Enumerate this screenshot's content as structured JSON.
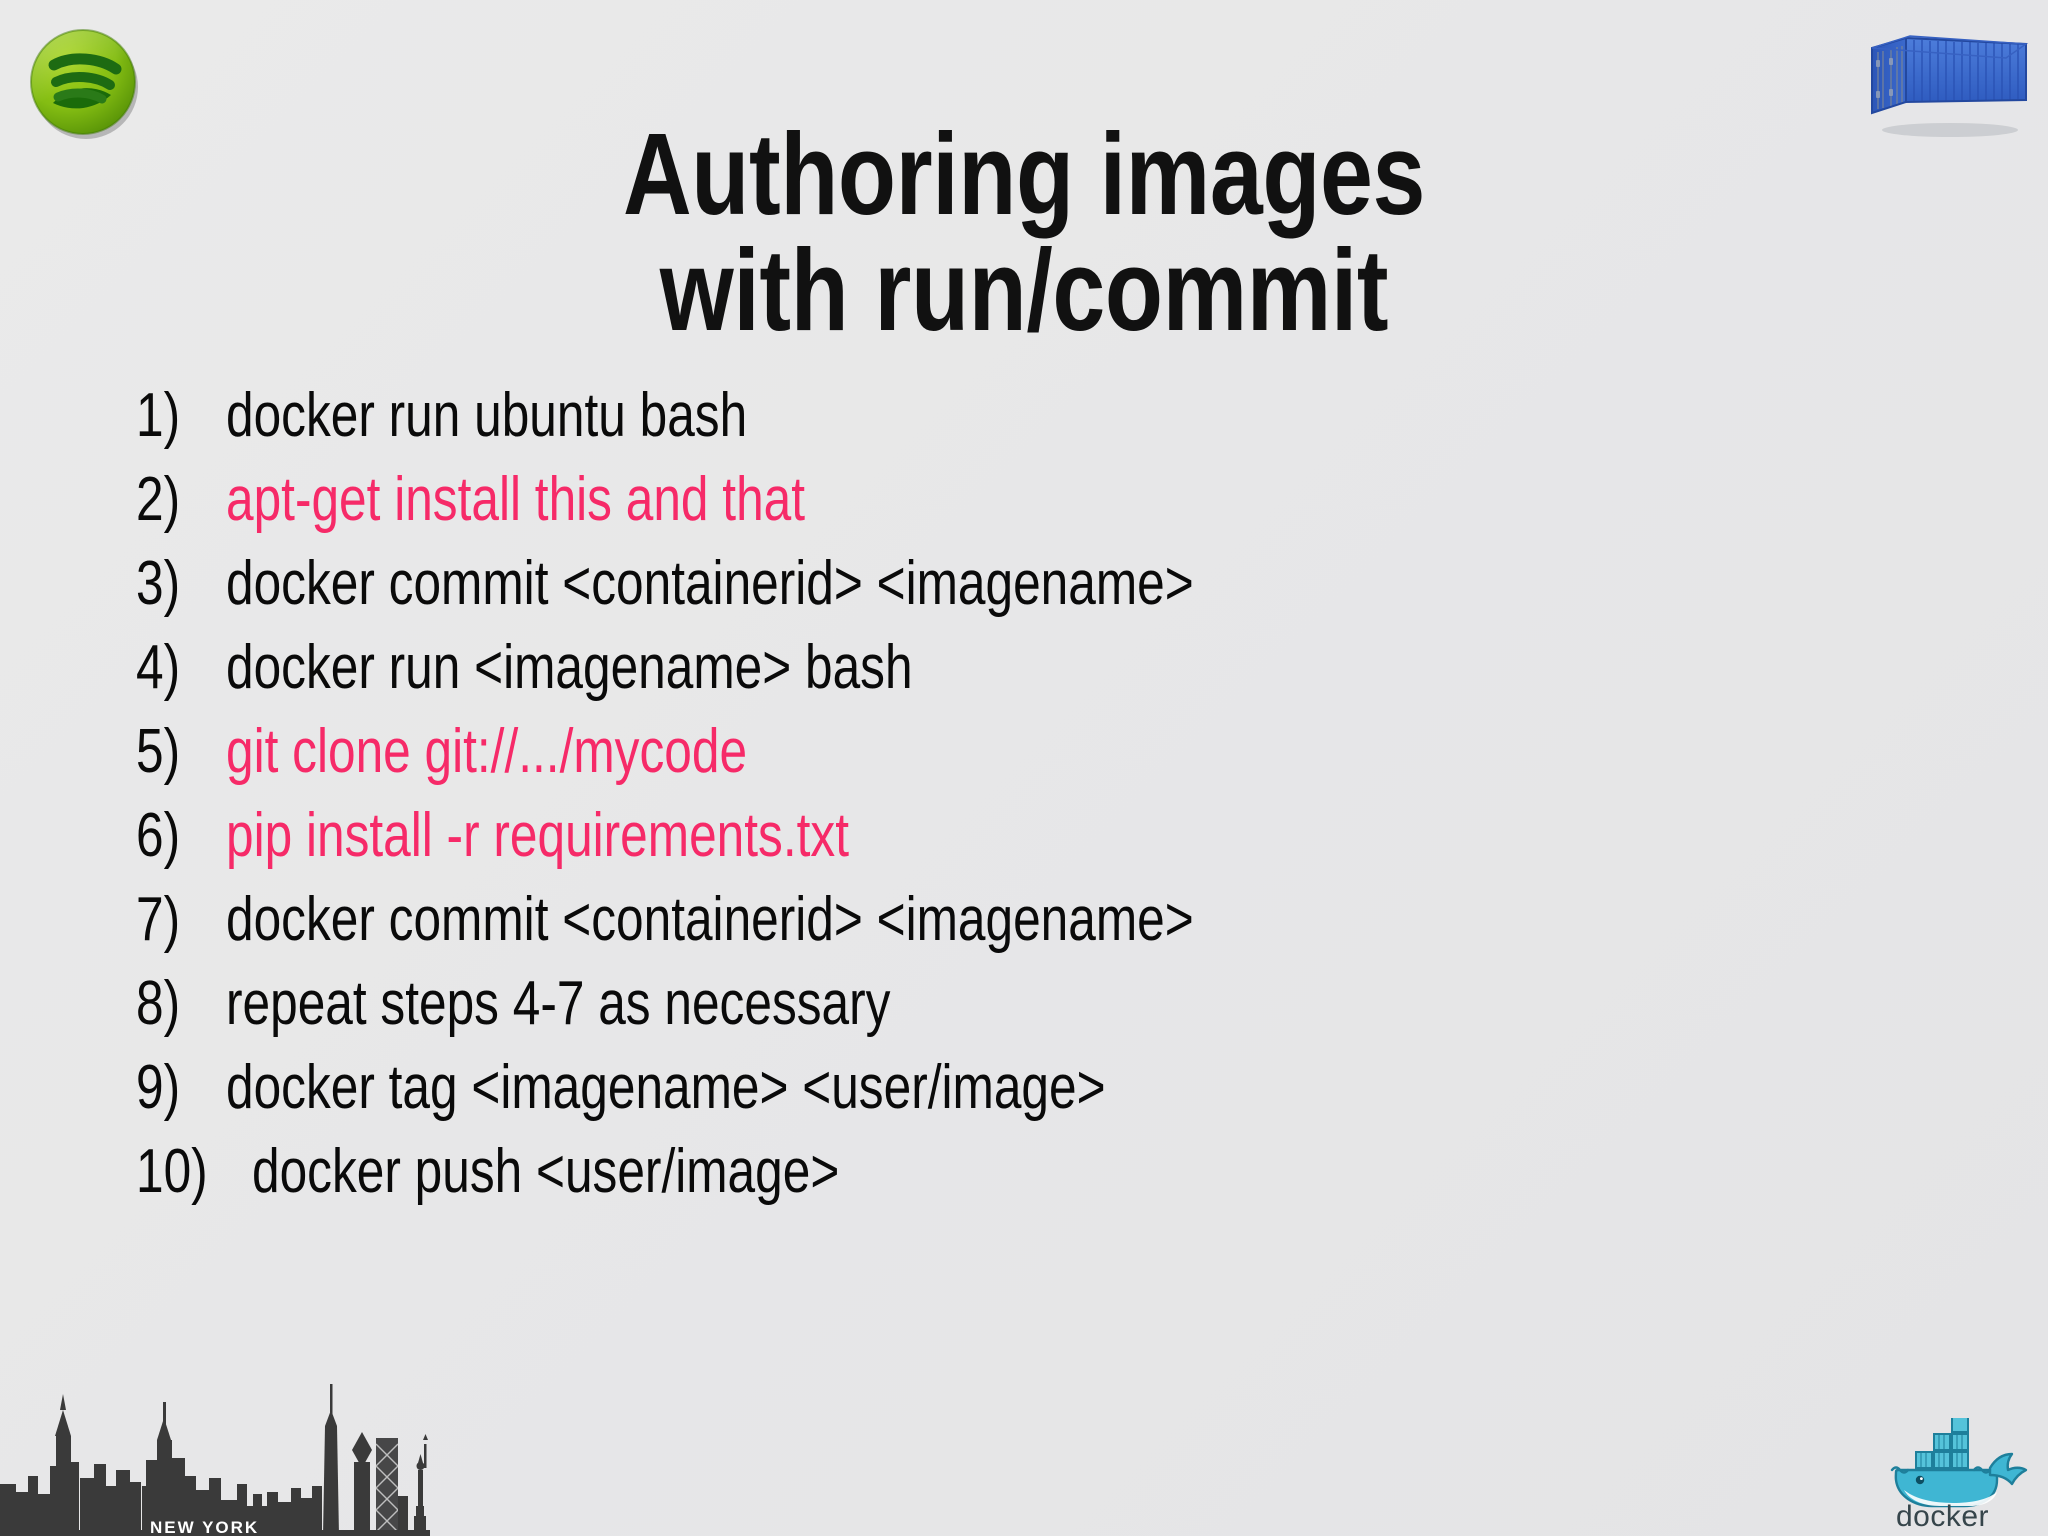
{
  "slide": {
    "background_color": "#e8e8e8",
    "title_line1": "Authoring images",
    "title_line2": "with run/commit",
    "title_color": "#111111"
  },
  "colors": {
    "text_black": "#0a0a0a",
    "highlight_pink": "#f62a68",
    "background": "#e8e8e8",
    "container_blue": "#3b6fd4",
    "docker_blue": "#2496ed",
    "spotify_green": "#7ab800"
  },
  "branding": {
    "spotify_logo_alt": "Spotify",
    "container_image_alt": "Blue shipping container",
    "skyline_label": "NEW YORK",
    "docker_wordmark": "docker"
  },
  "steps": [
    {
      "num": "1)",
      "text": "docker run ubuntu bash",
      "style": "black"
    },
    {
      "num": "2)",
      "text": "apt-get install this and that",
      "style": "pink"
    },
    {
      "num": "3)",
      "text": "docker commit <containerid> <imagename>",
      "style": "black"
    },
    {
      "num": "4)",
      "text": "docker run <imagename> bash",
      "style": "black"
    },
    {
      "num": "5)",
      "text": "git clone git://.../mycode",
      "style": "pink"
    },
    {
      "num": "6)",
      "text": "pip install -r requirements.txt",
      "style": "pink"
    },
    {
      "num": "7)",
      "text": "docker commit <containerid> <imagename>",
      "style": "black"
    },
    {
      "num": "8)",
      "text": "repeat steps 4-7 as necessary",
      "style": "black"
    },
    {
      "num": "9)",
      "text": "docker tag <imagename> <user/image>",
      "style": "black"
    },
    {
      "num": "10)",
      "text": "docker push <user/image>",
      "style": "black"
    }
  ]
}
